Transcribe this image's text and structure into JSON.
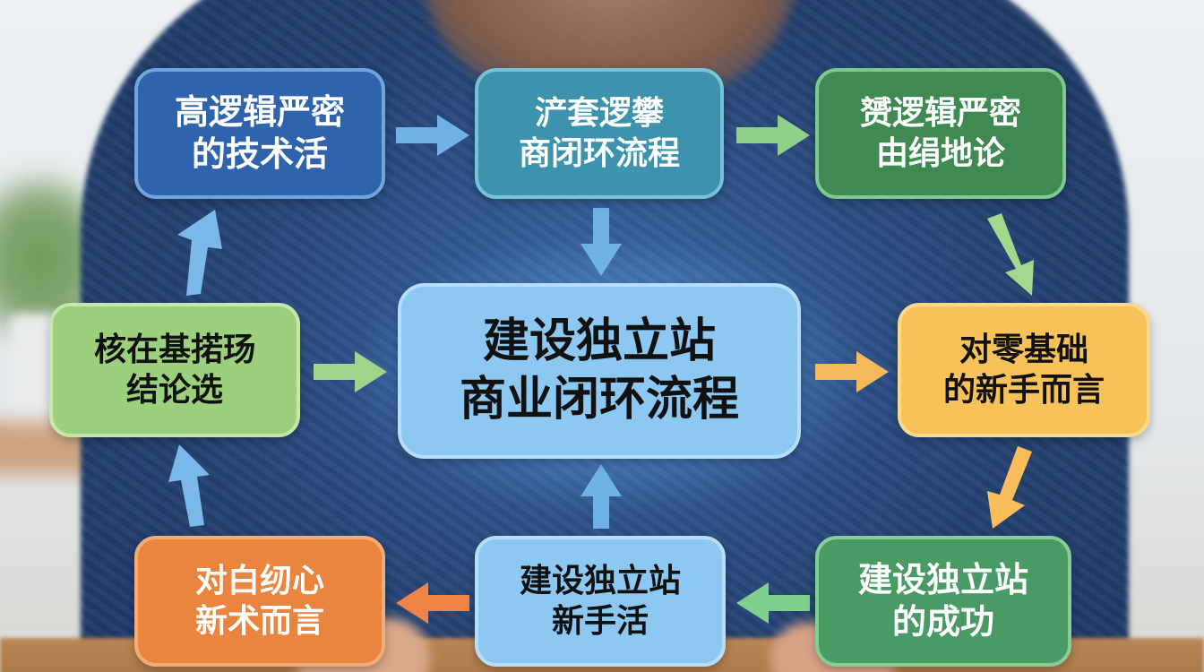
{
  "diagram": {
    "center": {
      "line1": "建设独立站",
      "line2": "商业闭环流程"
    },
    "nodes": [
      {
        "id": "top-left",
        "line1": "高逻辑严密",
        "line2": "的技术活",
        "color": "#2f64ad"
      },
      {
        "id": "top-middle",
        "line1": "浐套逻攀",
        "line2": "商闭环流程",
        "color": "#3d93ad"
      },
      {
        "id": "top-right",
        "line1": "赟逻辑严密",
        "line2": "由绢地论",
        "color": "#3f8a52"
      },
      {
        "id": "middle-left",
        "line1": "核在基掿玚",
        "line2": "结论选",
        "color": "#9dd07c"
      },
      {
        "id": "middle-right",
        "line1": "对零基础",
        "line2": "的新手而言",
        "color": "#f7c25a"
      },
      {
        "id": "bottom-left",
        "line1": "对白纫心",
        "line2": "新术而言",
        "color": "#ea8540"
      },
      {
        "id": "bottom-middle",
        "line1": "建设独立站",
        "line2": "新手活",
        "color": "#8cc8f2"
      },
      {
        "id": "bottom-right",
        "line1": "建设独立站",
        "line2": "的成功",
        "color": "#4a9a66"
      }
    ],
    "arrows": [
      {
        "from": "top-left",
        "to": "top-middle",
        "direction": "right",
        "color": "#6fb2e6"
      },
      {
        "from": "top-middle",
        "to": "top-right",
        "direction": "right",
        "color": "#8fcf8a"
      },
      {
        "from": "top-middle",
        "to": "center",
        "direction": "down",
        "color": "#6fb2e6"
      },
      {
        "from": "top-right",
        "to": "middle-right",
        "direction": "down-right",
        "color": "#a3d98f"
      },
      {
        "from": "middle-left",
        "to": "center",
        "direction": "right",
        "color": "#9fd58a"
      },
      {
        "from": "center",
        "to": "middle-right",
        "direction": "right",
        "color": "#f6b95a"
      },
      {
        "from": "middle-right",
        "to": "bottom-right",
        "direction": "down-left",
        "color": "#fbbd5a"
      },
      {
        "from": "bottom-right",
        "to": "bottom-middle",
        "direction": "left",
        "color": "#7fcf8f"
      },
      {
        "from": "bottom-middle",
        "to": "center",
        "direction": "up",
        "color": "#6fb2e6"
      },
      {
        "from": "bottom-middle",
        "to": "bottom-left",
        "direction": "left",
        "color": "#f08446"
      },
      {
        "from": "bottom-left",
        "to": "middle-left",
        "direction": "up",
        "color": "#7ab8ea"
      },
      {
        "from": "middle-left",
        "to": "top-left",
        "direction": "up",
        "color": "#7ab8ea"
      }
    ]
  }
}
